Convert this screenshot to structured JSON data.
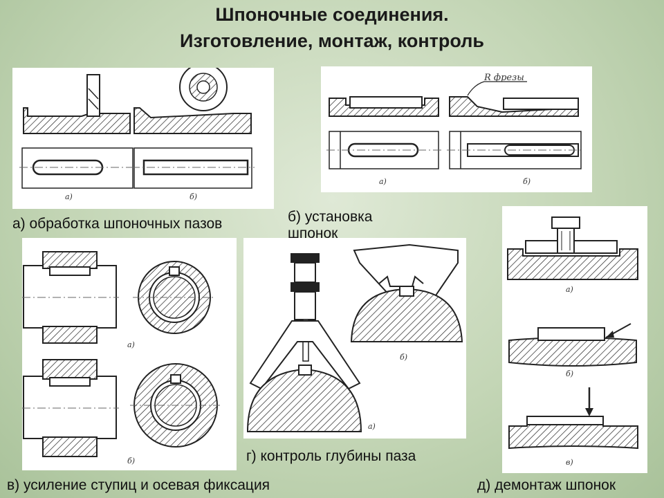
{
  "title": {
    "line1": "Шпоночные соединения.",
    "line2": "Изготовление, монтаж, контроль"
  },
  "panels": {
    "a": {
      "caption": "а) обработка шпоночных пазов",
      "sublabels": [
        "а)",
        "б)"
      ]
    },
    "b": {
      "caption": "б) установка шпонок",
      "annotation": "R фрезы",
      "sublabels": [
        "а)",
        "б)"
      ]
    },
    "v": {
      "caption": "в) усиление ступиц и осевая фиксация",
      "sublabels": [
        "а)",
        "б)"
      ]
    },
    "g": {
      "caption": "г) контроль глубины паза",
      "sublabels": [
        "а)",
        "б)"
      ]
    },
    "d": {
      "caption": "д) демонтаж шпонок",
      "sublabels": [
        "а)",
        "б)",
        "в)"
      ]
    }
  },
  "colors": {
    "background": "#c4d6b6",
    "panel": "#ffffff",
    "ink": "#1a1a1a"
  }
}
